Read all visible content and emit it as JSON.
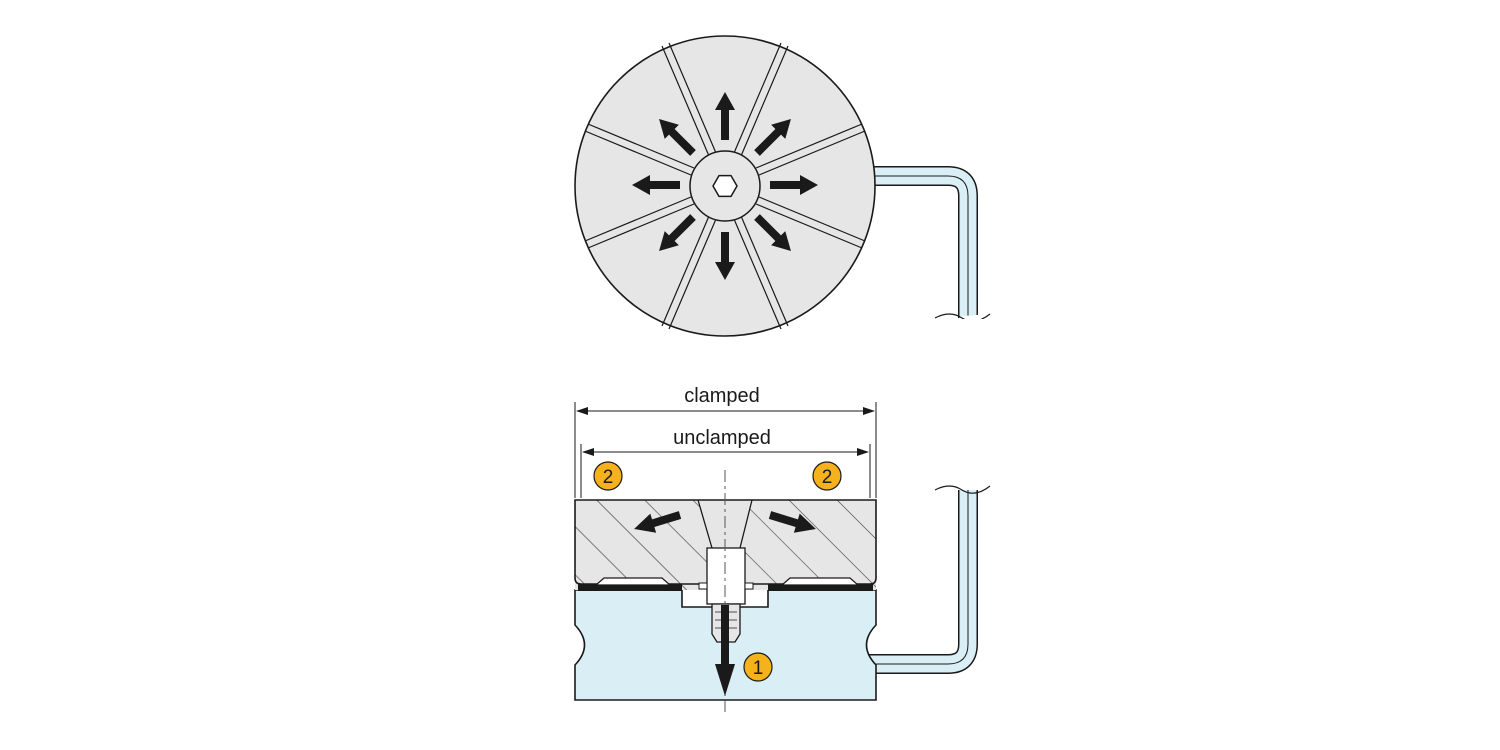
{
  "labels": {
    "clamped": "clamped",
    "unclamped": "unclamped"
  },
  "callouts": {
    "screw": "1",
    "segment_left": "2",
    "segment_right": "2"
  },
  "colors": {
    "plate_gray": "#e6e6e6",
    "base_blue": "#d9eef5",
    "tube_blue": "#d9eef5",
    "badge": "#f5b21d",
    "ink": "#1a1a1a"
  },
  "icons": {
    "screw_head": "hexagon-socket-icon",
    "expansion": "arrow-icon"
  }
}
